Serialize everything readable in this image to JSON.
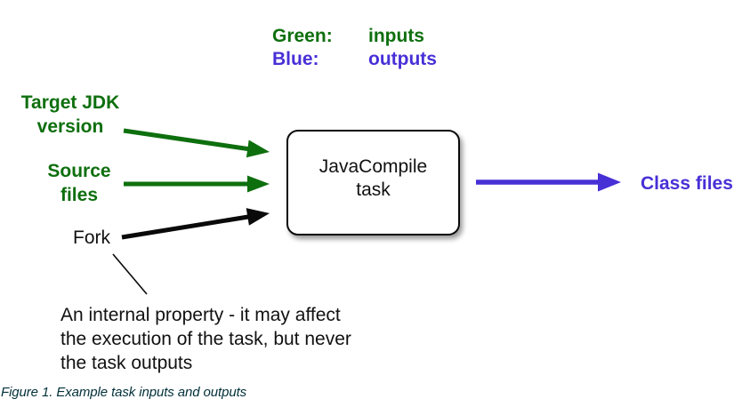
{
  "legend": {
    "green_label": "Green:",
    "green_value": "inputs",
    "blue_label": "Blue:",
    "blue_value": "outputs"
  },
  "inputs": {
    "target_jdk": {
      "line1": "Target JDK",
      "line2": "version"
    },
    "source_files": {
      "line1": "Source",
      "line2": "files"
    },
    "fork": {
      "label": "Fork"
    }
  },
  "task_box": {
    "line1": "JavaCompile",
    "line2": "task"
  },
  "outputs": {
    "class_files": "Class files"
  },
  "annotation": {
    "line1": "An internal property - it may affect",
    "line2": "the execution of the task, but never",
    "line3": "the task outputs"
  },
  "caption": "Figure 1. Example task inputs and outputs",
  "colors": {
    "input_green": "#0e6f0e",
    "output_blue": "#4730d6",
    "caption_color": "#02303a",
    "arrow_black": "#0a0a0a"
  }
}
